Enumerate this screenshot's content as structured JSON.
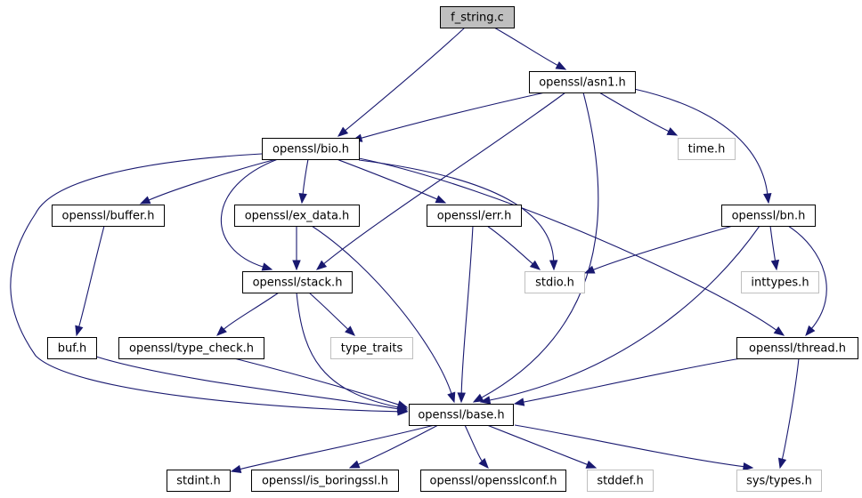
{
  "diagram": {
    "title": "f_string.c include dependency graph",
    "colors": {
      "edge": "#191970",
      "root_fill": "#bfbfbf",
      "local_border": "#000000",
      "system_border": "#bfbfbf"
    },
    "nodes": [
      {
        "id": "f_string",
        "label": "f_string.c",
        "kind": "root"
      },
      {
        "id": "asn1",
        "label": "openssl/asn1.h",
        "kind": "local"
      },
      {
        "id": "bio",
        "label": "openssl/bio.h",
        "kind": "local"
      },
      {
        "id": "time",
        "label": "time.h",
        "kind": "system"
      },
      {
        "id": "buffer",
        "label": "openssl/buffer.h",
        "kind": "local"
      },
      {
        "id": "ex_data",
        "label": "openssl/ex_data.h",
        "kind": "local"
      },
      {
        "id": "err",
        "label": "openssl/err.h",
        "kind": "local"
      },
      {
        "id": "bn",
        "label": "openssl/bn.h",
        "kind": "local"
      },
      {
        "id": "stack",
        "label": "openssl/stack.h",
        "kind": "local"
      },
      {
        "id": "stdio",
        "label": "stdio.h",
        "kind": "system"
      },
      {
        "id": "inttypes",
        "label": "inttypes.h",
        "kind": "system"
      },
      {
        "id": "buf",
        "label": "buf.h",
        "kind": "local"
      },
      {
        "id": "type_check",
        "label": "openssl/type_check.h",
        "kind": "local"
      },
      {
        "id": "type_traits",
        "label": "type_traits",
        "kind": "system"
      },
      {
        "id": "thread",
        "label": "openssl/thread.h",
        "kind": "local"
      },
      {
        "id": "base",
        "label": "openssl/base.h",
        "kind": "local"
      },
      {
        "id": "stdint",
        "label": "stdint.h",
        "kind": "local"
      },
      {
        "id": "is_boringssl",
        "label": "openssl/is_boringssl.h",
        "kind": "local"
      },
      {
        "id": "opensslconf",
        "label": "openssl/opensslconf.h",
        "kind": "local"
      },
      {
        "id": "stddef",
        "label": "stddef.h",
        "kind": "system"
      },
      {
        "id": "sys_types",
        "label": "sys/types.h",
        "kind": "system"
      }
    ],
    "edges": [
      {
        "from": "f_string",
        "to": "bio"
      },
      {
        "from": "f_string",
        "to": "asn1"
      },
      {
        "from": "asn1",
        "to": "bio"
      },
      {
        "from": "asn1",
        "to": "stack"
      },
      {
        "from": "asn1",
        "to": "base"
      },
      {
        "from": "asn1",
        "to": "time"
      },
      {
        "from": "asn1",
        "to": "bn"
      },
      {
        "from": "bio",
        "to": "buffer"
      },
      {
        "from": "bio",
        "to": "stack"
      },
      {
        "from": "bio",
        "to": "ex_data"
      },
      {
        "from": "bio",
        "to": "err"
      },
      {
        "from": "bio",
        "to": "stdio"
      },
      {
        "from": "bio",
        "to": "thread"
      },
      {
        "from": "bio",
        "to": "base"
      },
      {
        "from": "buffer",
        "to": "buf"
      },
      {
        "from": "ex_data",
        "to": "stack"
      },
      {
        "from": "ex_data",
        "to": "base"
      },
      {
        "from": "err",
        "to": "stdio"
      },
      {
        "from": "err",
        "to": "base"
      },
      {
        "from": "bn",
        "to": "stdio"
      },
      {
        "from": "bn",
        "to": "inttypes"
      },
      {
        "from": "bn",
        "to": "thread"
      },
      {
        "from": "bn",
        "to": "base"
      },
      {
        "from": "stack",
        "to": "type_check"
      },
      {
        "from": "stack",
        "to": "type_traits"
      },
      {
        "from": "stack",
        "to": "base"
      },
      {
        "from": "buf",
        "to": "base"
      },
      {
        "from": "type_check",
        "to": "base"
      },
      {
        "from": "thread",
        "to": "base"
      },
      {
        "from": "thread",
        "to": "sys_types"
      },
      {
        "from": "base",
        "to": "stdint"
      },
      {
        "from": "base",
        "to": "is_boringssl"
      },
      {
        "from": "base",
        "to": "opensslconf"
      },
      {
        "from": "base",
        "to": "stddef"
      },
      {
        "from": "base",
        "to": "sys_types"
      }
    ]
  }
}
